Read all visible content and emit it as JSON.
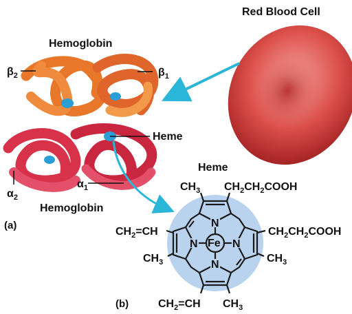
{
  "labels": {
    "red_blood_cell": "Red Blood Cell",
    "hemoglobin_top": "Hemoglobin",
    "hemoglobin_bottom": "Hemoglobin",
    "heme_pointer": "Heme",
    "heme_title": "Heme",
    "panel_a": "(a)",
    "panel_b": "(b)",
    "subunits": {
      "beta2": {
        "base": "β",
        "sub": "2"
      },
      "beta1": {
        "base": "β",
        "sub": "1"
      },
      "alpha2": {
        "base": "α",
        "sub": "2"
      },
      "alpha1": {
        "base": "α",
        "sub": "1"
      }
    }
  },
  "molecule": {
    "center_atom": "Fe",
    "nitrogen": "N",
    "substituents": {
      "top_left": {
        "parts": [
          "CH",
          "3",
          ""
        ]
      },
      "top_right": {
        "parts": [
          "CH",
          "2",
          "CH",
          "2",
          "COOH"
        ]
      },
      "left_upper": {
        "parts": [
          "CH",
          "2",
          "=CH"
        ]
      },
      "left_lower": {
        "parts": [
          "CH",
          "3",
          ""
        ]
      },
      "right_upper": {
        "parts": [
          "CH",
          "2",
          "CH",
          "2",
          "COOH"
        ]
      },
      "right_lower": {
        "parts": [
          "CH",
          "3",
          ""
        ]
      },
      "bottom_left": {
        "parts": [
          "CH",
          "2",
          "=CH"
        ]
      },
      "bottom_right": {
        "parts": [
          "CH",
          "3",
          ""
        ]
      }
    }
  },
  "colors": {
    "rbc": "#d9534f",
    "heme_disc": "#b9d3ee",
    "arrow": "#29b6d8",
    "beta_chains": "#e8772a",
    "alpha_chains": "#d8324a",
    "heme_blob": "#2a9fd6"
  }
}
